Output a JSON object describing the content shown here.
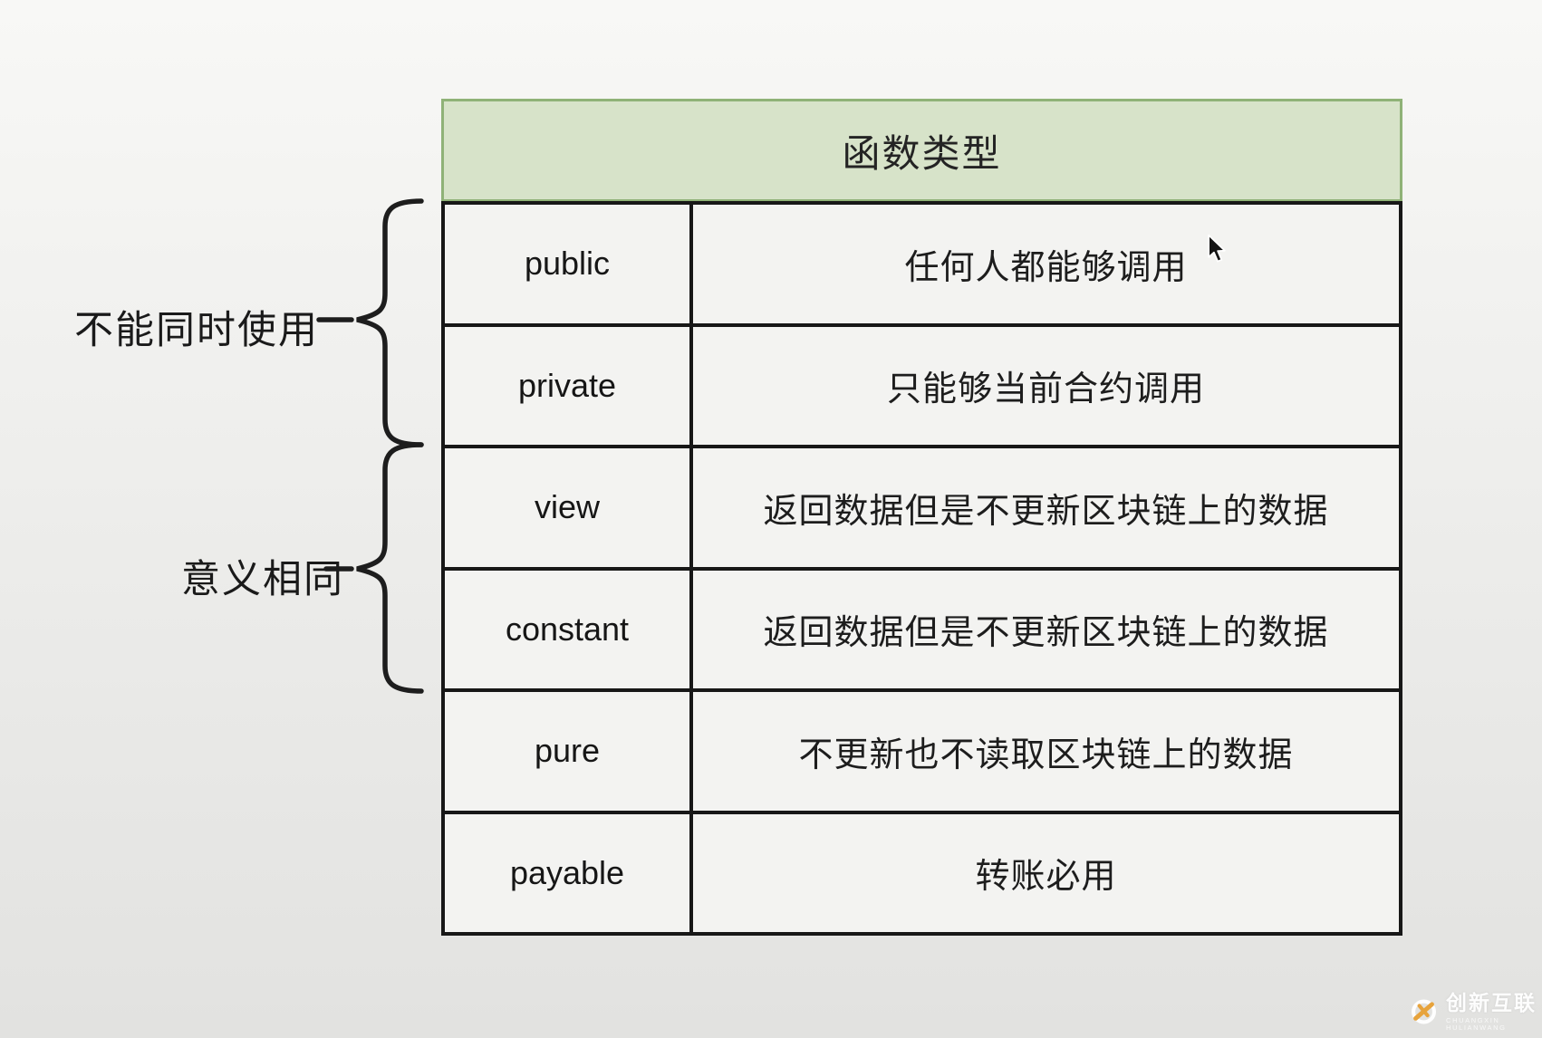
{
  "diagram": {
    "title": "函数类型",
    "header_fill": "#d7e3c9",
    "header_border": "#8fb277",
    "rows": [
      {
        "type": "public",
        "description": "任何人都能够调用"
      },
      {
        "type": "private",
        "description": "只能够当前合约调用"
      },
      {
        "type": "view",
        "description": "返回数据但是不更新区块链上的数据"
      },
      {
        "type": "constant",
        "description": "返回数据但是不更新区块链上的数据"
      },
      {
        "type": "pure",
        "description": "不更新也不读取区块链上的数据"
      },
      {
        "type": "payable",
        "description": "转账必用"
      }
    ],
    "annotations": [
      {
        "label": "不能同时使用",
        "groups": [
          "public",
          "private"
        ]
      },
      {
        "label": "意义相同",
        "groups": [
          "view",
          "constant"
        ]
      }
    ]
  },
  "watermark": {
    "brand": "创新互联",
    "subtext": "CHUANGXIN HULIANWANG",
    "accent_color": "#e7a33c"
  }
}
